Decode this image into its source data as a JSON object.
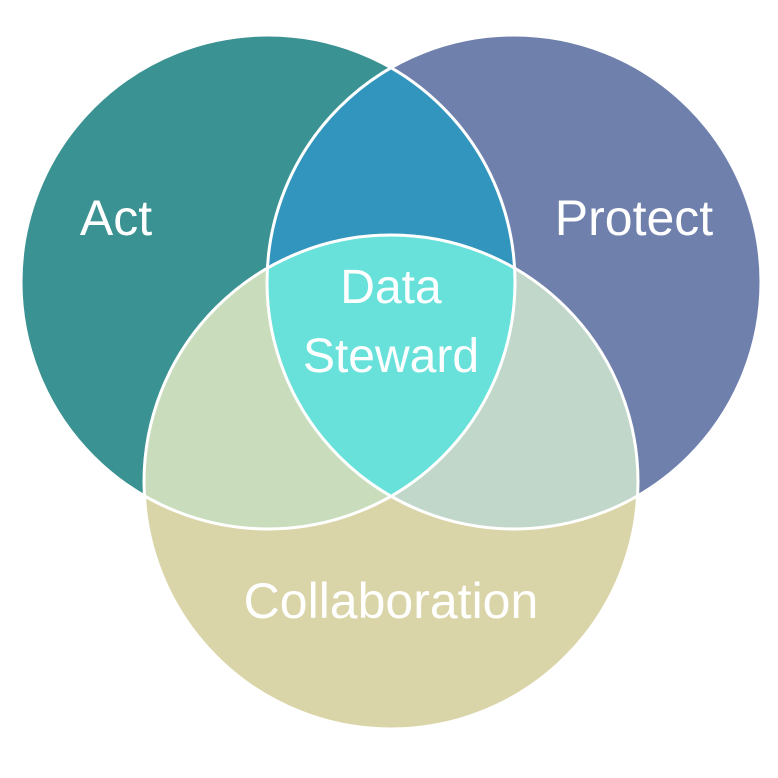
{
  "diagram": {
    "circles": {
      "act": {
        "label": "Act",
        "color": "#3A9292"
      },
      "protect": {
        "label": "Protect",
        "color": "#6F80AC"
      },
      "collaboration": {
        "label": "Collaboration",
        "color": "#DAD5A8"
      }
    },
    "overlaps": {
      "act_protect": {
        "color": "#3195BE"
      },
      "act_collaboration": {
        "color": "#C9DDBD"
      },
      "protect_collaboration": {
        "color": "#C1D7CA"
      }
    },
    "center": {
      "line1": "Data",
      "line2": "Steward",
      "color": "#67E1DA"
    }
  }
}
